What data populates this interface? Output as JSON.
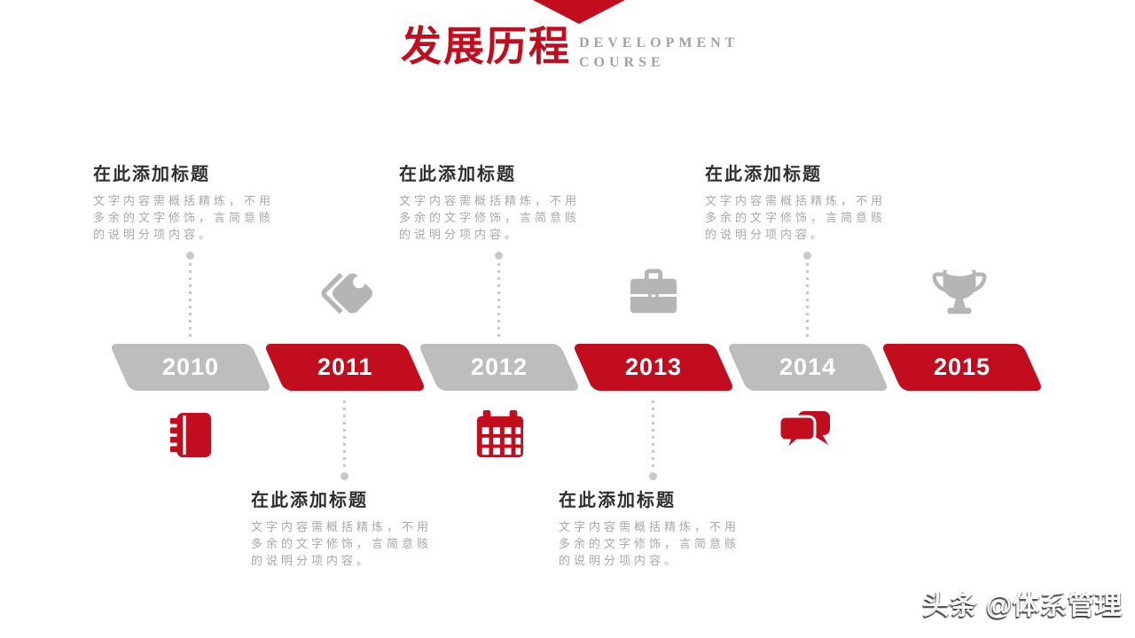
{
  "theme": {
    "red": "#c20d1e",
    "shape_gray": "#bdbdbd",
    "icon_gray": "#b5b5b5",
    "title_dark": "#2e2e2e",
    "body_gray": "#a9a9a9",
    "dot_gray": "#c8c8c8",
    "year_text": "#ffffff"
  },
  "header": {
    "title": "发展历程",
    "subtitle_line1": "DEVELOPMENT",
    "subtitle_line2": "COURSE"
  },
  "milestone_text": {
    "title": "在此添加标题",
    "line1": "文字内容需概括精炼，不用",
    "line2": "多余的文字修饰，言简意赅",
    "line3": "的说明分项内容。"
  },
  "timeline": {
    "years": [
      {
        "label": "2010",
        "variant": "gray"
      },
      {
        "label": "2011",
        "variant": "red"
      },
      {
        "label": "2012",
        "variant": "gray"
      },
      {
        "label": "2013",
        "variant": "red"
      },
      {
        "label": "2014",
        "variant": "gray"
      },
      {
        "label": "2015",
        "variant": "red"
      }
    ]
  },
  "icons": {
    "above_timeline": [
      "tags-icon",
      "briefcase-icon",
      "trophy-icon"
    ],
    "below_timeline": [
      "notebook-icon",
      "calendar-icon",
      "chat-bubbles-icon"
    ]
  },
  "watermark": "头条 @体系管理"
}
